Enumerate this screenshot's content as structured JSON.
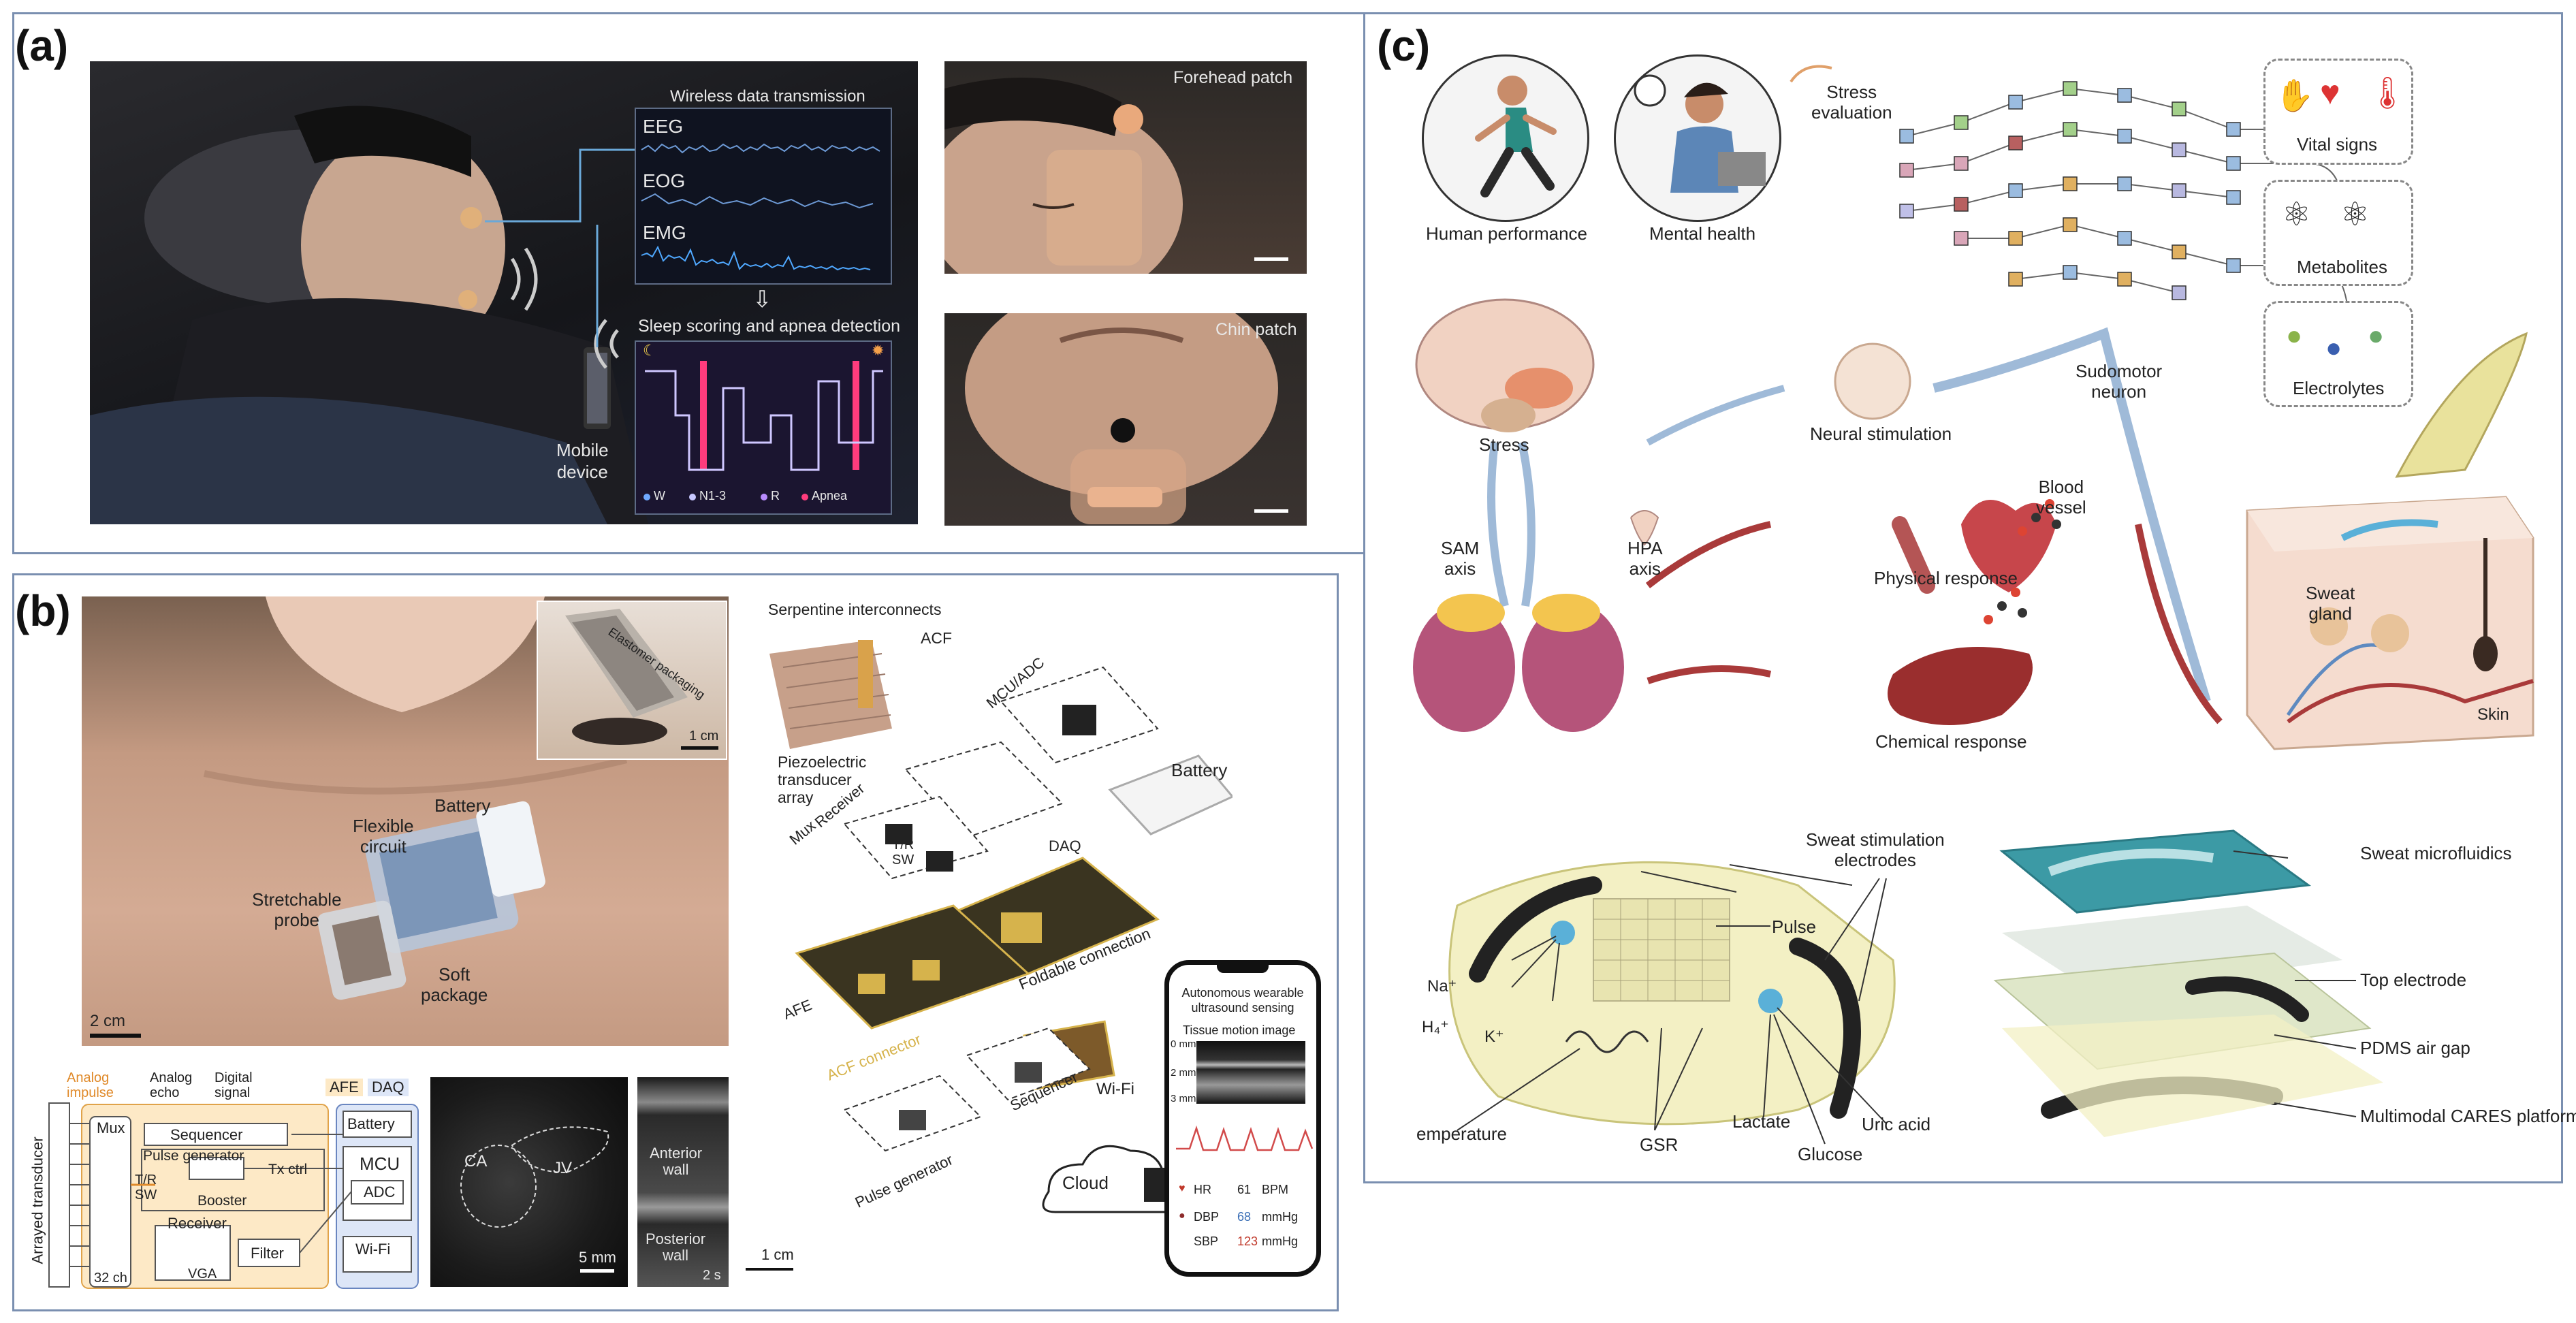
{
  "panels": {
    "a": {
      "label": "(a)",
      "main": {
        "title": "Wireless data transmission",
        "signals": [
          "EEG",
          "EOG",
          "EMG"
        ],
        "sleep_title": "Sleep scoring and apnea detection",
        "legend": [
          "W",
          "N1-3",
          "R",
          "Apnea"
        ],
        "mobile": "Mobile\ndevice"
      },
      "forehead": "Forehead patch",
      "chin": "Chin patch"
    },
    "b": {
      "label": "(b)",
      "photo_labels": {
        "battery": "Battery",
        "flex": "Flexible\ncircuit",
        "probe": "Stretchable\nprobe",
        "package": "Soft\npackage",
        "scale": "2 cm",
        "inset_text": "Elastomer packaging",
        "inset_scale": "1 cm"
      },
      "block": {
        "legend": [
          "Analog\nimpulse",
          "Analog\necho",
          "Digital\nsignal",
          "AFE",
          "DAQ"
        ],
        "transducer": "Arrayed transducer",
        "ch": "32 ch",
        "mux": "Mux",
        "sequencer": "Sequencer",
        "pulse": "Pulse generator",
        "tx": "Tx ctrl",
        "booster": "Booster",
        "trsw": "T/R\nSW",
        "receiver": "Receiver",
        "vga": "VGA",
        "filter": "Filter",
        "battery": "Battery",
        "mcu": "MCU",
        "adc": "ADC",
        "wifi": "Wi-Fi"
      },
      "us_image": {
        "ca": "CA",
        "jv": "JV",
        "scale": "5 mm"
      },
      "mmode": {
        "anterior": "Anterior\nwall",
        "posterior": "Posterior\nwall",
        "scale": "2 s"
      },
      "exploded": {
        "serpentine": "Serpentine interconnects",
        "acf": "ACF",
        "piezo": "Piezoelectric\ntransducer\narray",
        "mcu_adc": "MCU/ADC",
        "receiver": "Receiver",
        "mux": "Mux",
        "trsw": "T/R\nSW",
        "daq": "DAQ",
        "battery": "Battery",
        "foldable": "Foldable connection",
        "afe": "AFE",
        "acf_connector": "ACF connector",
        "wifi": "Wi-Fi",
        "sequencer": "Sequencer",
        "pulse": "Pulse generator",
        "cloud": "Cloud",
        "scale": "1 cm"
      },
      "phone": {
        "title": "Autonomous wearable\nultrasound sensing",
        "subtitle": "Tissue motion image",
        "ticks": [
          "0 mm",
          "2 mm",
          "3 mm"
        ],
        "vitals": [
          {
            "name": "HR",
            "value": "61",
            "unit": "BPM",
            "color": "#222222"
          },
          {
            "name": "DBP",
            "value": "68",
            "unit": "mmHg",
            "color": "#3b6fb6"
          },
          {
            "name": "SBP",
            "value": "123",
            "unit": "mmHg",
            "color": "#c0392b"
          }
        ]
      }
    },
    "c": {
      "label": "(c)",
      "top": {
        "human": "Human performance",
        "mental": "Mental health",
        "stress_eval": "Stress\nevaluation",
        "vital": "Vital signs",
        "metabolites": "Metabolites",
        "electrolytes": "Electrolytes",
        "stress": "Stress",
        "neural": "Neural stimulation",
        "sudomotor": "Sudomotor\nneuron",
        "sam": "SAM\naxis",
        "hpa": "HPA\naxis",
        "blood": "Blood\nvessel",
        "physical": "Physical response",
        "chemical": "Chemical response",
        "sweat_gland": "Sweat\ngland",
        "skin": "Skin"
      },
      "bottom_left": {
        "stim": "Sweat stimulation\nelectrodes",
        "pulse": "Pulse",
        "na": "Na⁺",
        "h": "H₄⁺",
        "k": "K⁺",
        "temp": "emperature",
        "gsr": "GSR",
        "lactate": "Lactate",
        "glucose": "Glucose",
        "uric": "Uric acid"
      },
      "bottom_right": {
        "micro": "Sweat microfluidics",
        "top_el": "Top electrode",
        "pdms": "PDMS air gap",
        "cares": "Multimodal CARES platform"
      }
    }
  }
}
